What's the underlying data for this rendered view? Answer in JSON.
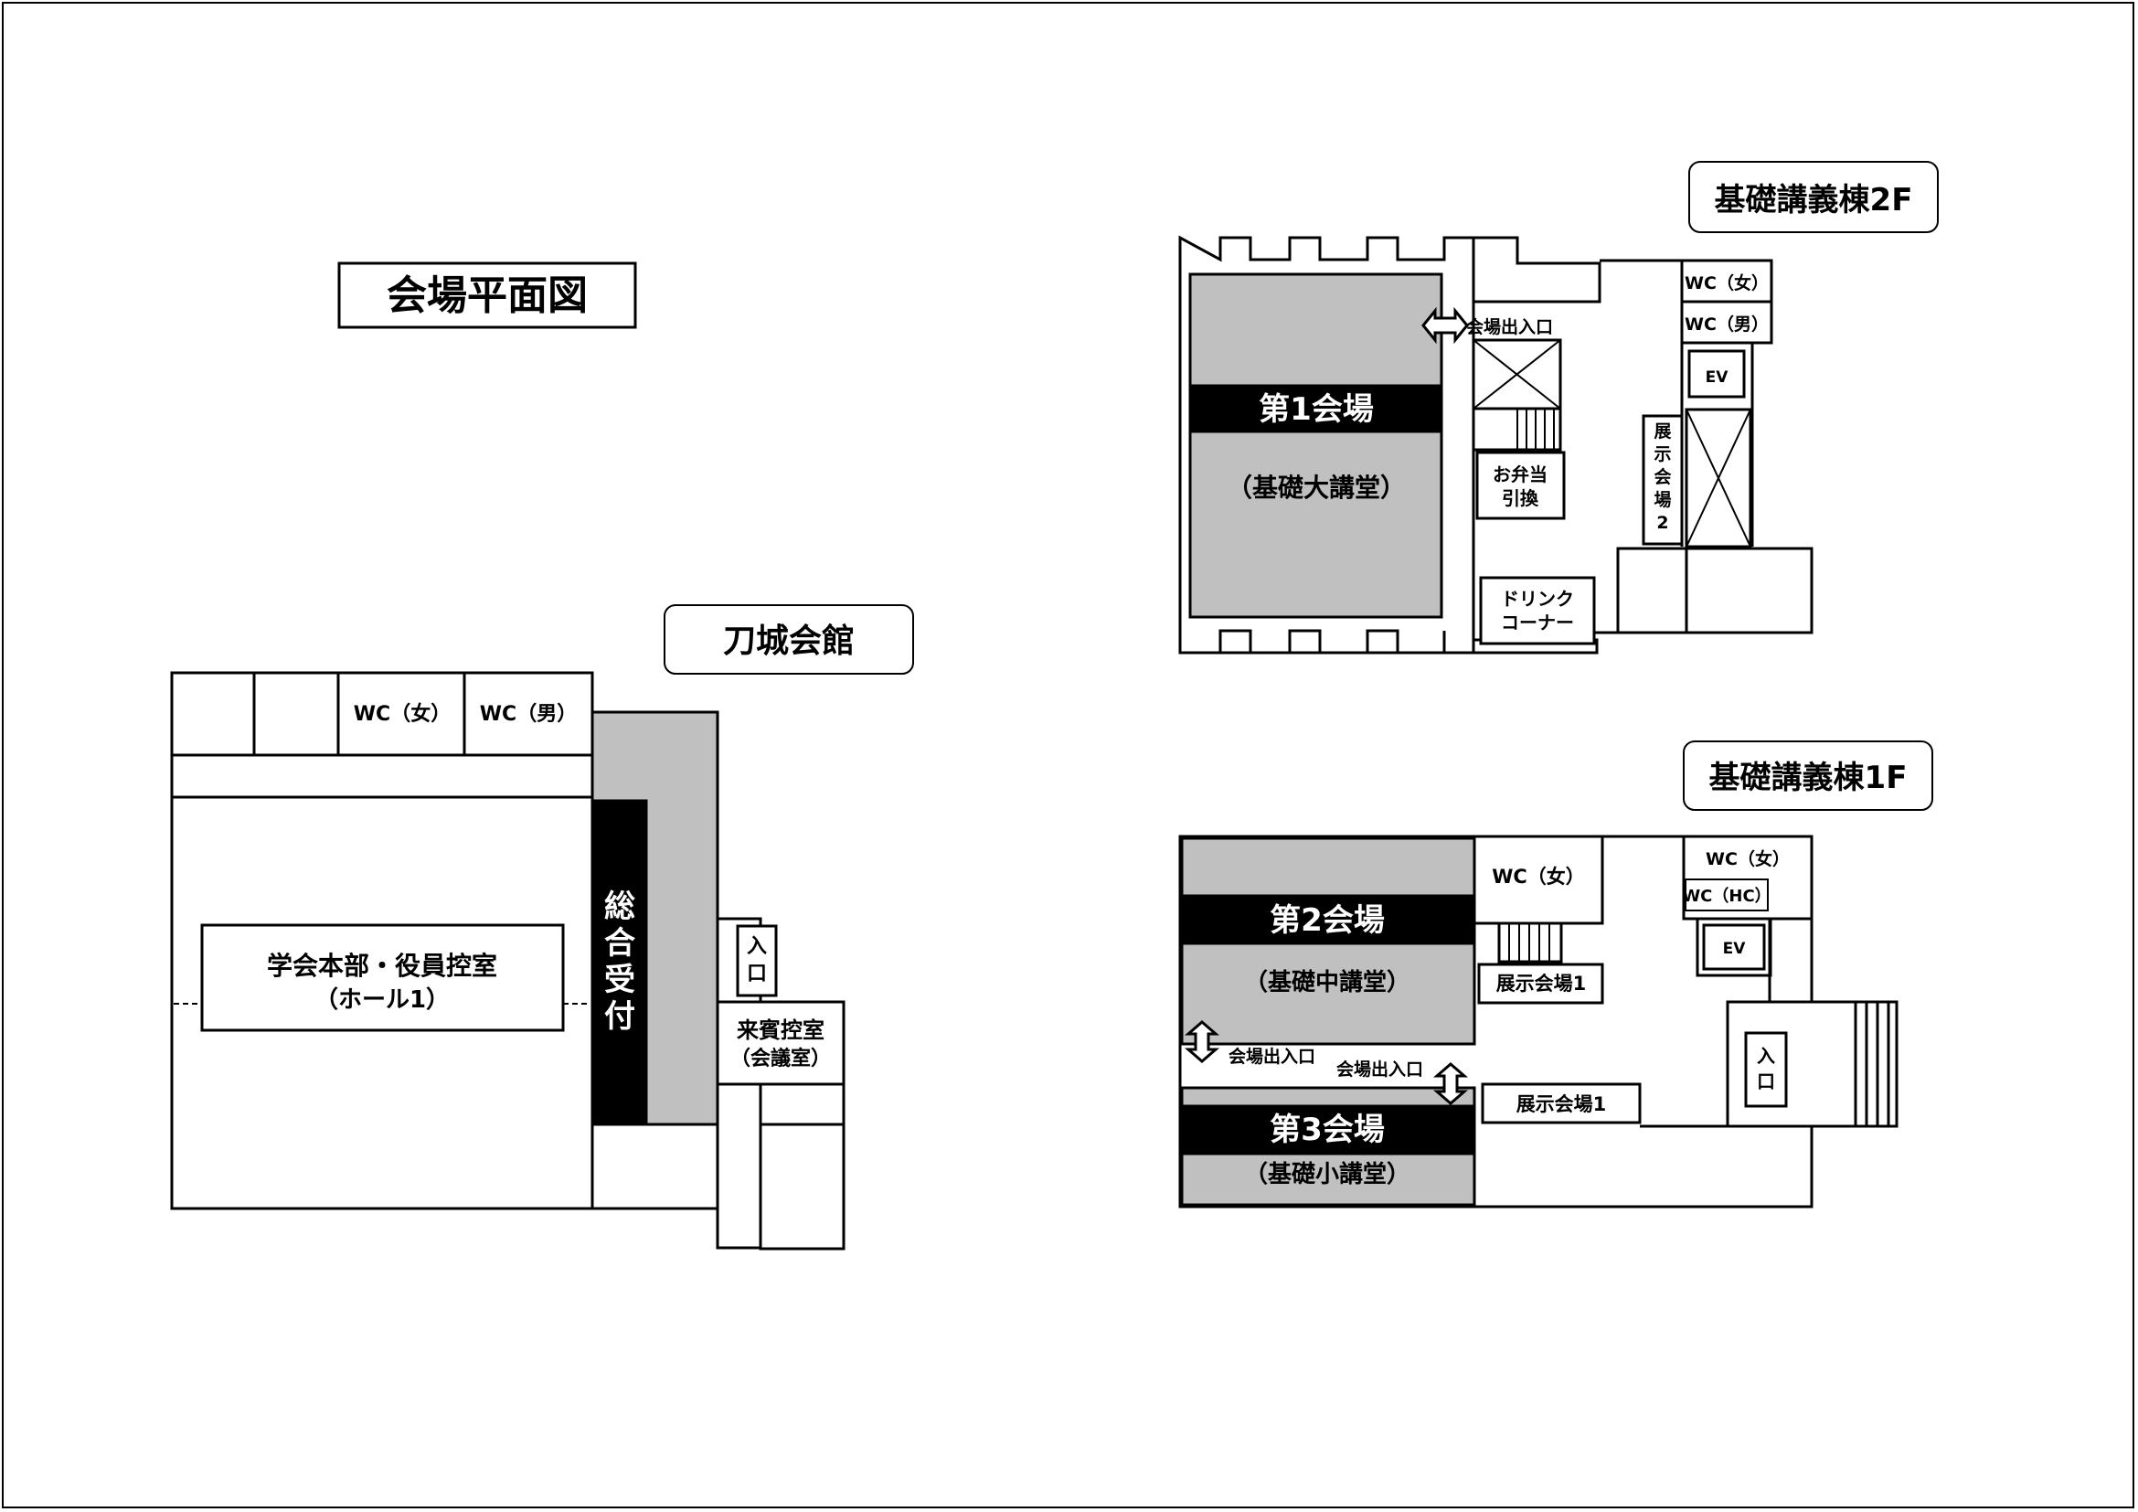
{
  "title": "会場平面図",
  "buildings": {
    "tojo": {
      "name": "刀城会館",
      "wc_female": "WC（女）",
      "wc_male": "WC（男）",
      "hall": "学会本部・役員控室",
      "hall_sub": "（ホール1）",
      "reception": [
        "総",
        "合",
        "受",
        "付"
      ],
      "entrance": [
        "入",
        "口"
      ],
      "guest": "来賓控室",
      "guest_sub": "（会議室）"
    },
    "floor2": {
      "name": "基礎講義棟2F",
      "hall": "第1会場",
      "hall_sub": "（基礎大講堂）",
      "door": "会場出入口",
      "bento": [
        "お弁当",
        "引換"
      ],
      "drink": [
        "ドリンク",
        "コーナー"
      ],
      "exhibit": [
        "展",
        "示",
        "会",
        "場",
        "2"
      ],
      "wc_female": "WC（女）",
      "wc_male": "WC（男）",
      "ev": "EV"
    },
    "floor1": {
      "name": "基礎講義棟1F",
      "hall2": "第2会場",
      "hall2_sub": "（基礎中講堂）",
      "hall3": "第3会場",
      "hall3_sub": "（基礎小講堂）",
      "door_a": "会場出入口",
      "door_b": "会場出入口",
      "exhibit_a": "展示会場1",
      "exhibit_b": "展示会場1",
      "wc_female_a": "WC（女）",
      "wc_female_b": "WC（女）",
      "wc_hc": "WC（HC）",
      "ev": "EV",
      "entrance": [
        "入",
        "口"
      ]
    }
  }
}
